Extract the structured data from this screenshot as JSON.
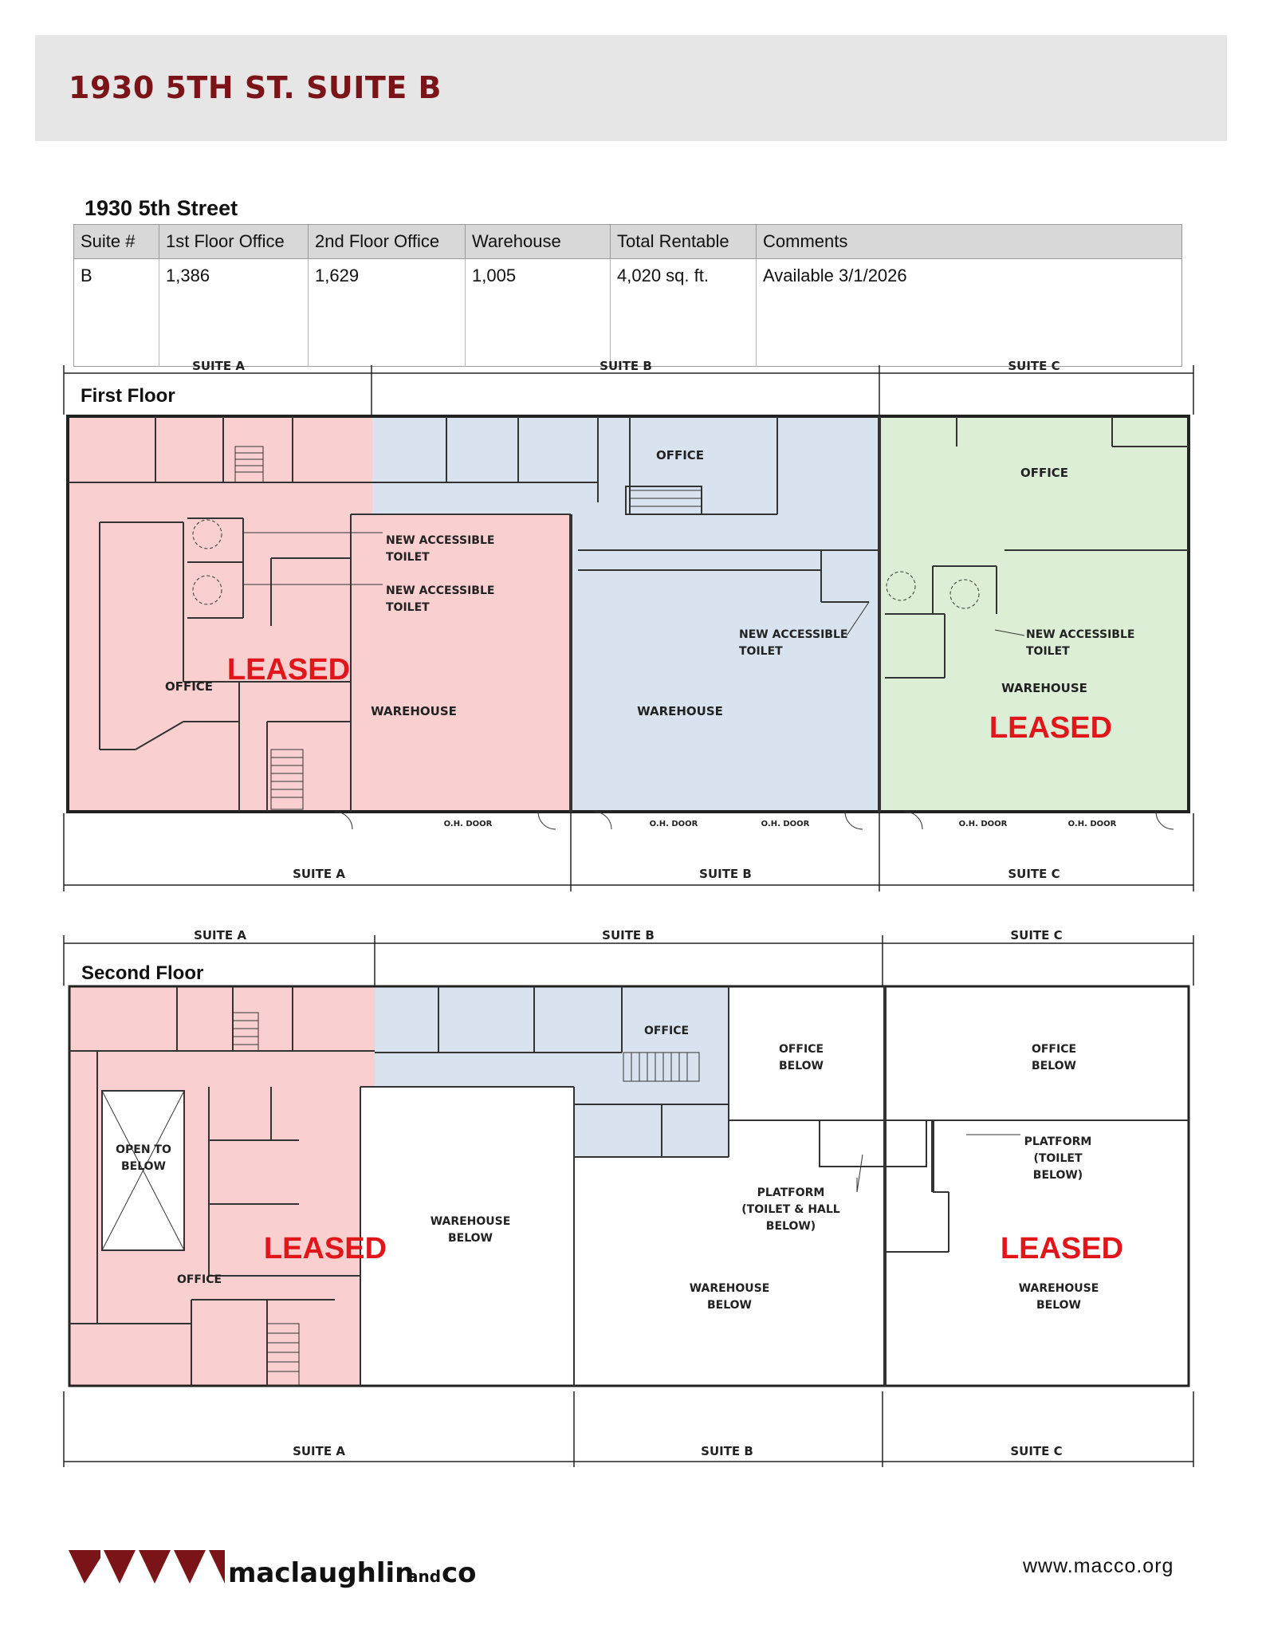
{
  "banner": {
    "title": "1930 5TH ST. SUITE B"
  },
  "table": {
    "title": "1930 5th Street",
    "headers": [
      "Suite #",
      "1st Floor Office",
      "2nd Floor Office",
      "Warehouse",
      "Total Rentable",
      "Comments"
    ],
    "rows": [
      [
        "B",
        "1,386",
        "1,629",
        "1,005",
        "4,020 sq. ft.",
        "Available 3/1/2026"
      ]
    ]
  },
  "first_floor": {
    "label": "First Floor",
    "suites_top": [
      "SUITE A",
      "SUITE B",
      "SUITE C"
    ],
    "suites_bottom": [
      "SUITE A",
      "SUITE B",
      "SUITE C"
    ],
    "rooms": {
      "office_a": "OFFICE",
      "warehouse_a": "WAREHOUSE",
      "office_b": "OFFICE",
      "warehouse_b": "WAREHOUSE",
      "office_c": "OFFICE",
      "warehouse_c": "WAREHOUSE",
      "toilet_a1": [
        "NEW ACCESSIBLE",
        "TOILET"
      ],
      "toilet_a2": [
        "NEW ACCESSIBLE",
        "TOILET"
      ],
      "toilet_b": [
        "NEW ACCESSIBLE",
        "TOILET"
      ],
      "toilet_c": [
        "NEW ACCESSIBLE",
        "TOILET"
      ]
    },
    "doors": [
      "O.H. DOOR",
      "O.H. DOOR",
      "O.H. DOOR",
      "O.H. DOOR",
      "O.H. DOOR"
    ],
    "leased": [
      "LEASED",
      "LEASED"
    ]
  },
  "second_floor": {
    "label": "Second Floor",
    "suites_top": [
      "SUITE A",
      "SUITE B",
      "SUITE C"
    ],
    "suites_bottom": [
      "SUITE A",
      "SUITE B",
      "SUITE C"
    ],
    "rooms": {
      "open_to_below": [
        "OPEN TO",
        "BELOW"
      ],
      "office_a": "OFFICE",
      "warehouse_below_a": [
        "WAREHOUSE",
        "BELOW"
      ],
      "office_b": "OFFICE",
      "office_below_b": [
        "OFFICE",
        "BELOW"
      ],
      "platform_b": [
        "PLATFORM",
        "(TOILET & HALL",
        "BELOW)"
      ],
      "warehouse_below_b": [
        "WAREHOUSE",
        "BELOW"
      ],
      "office_below_c": [
        "OFFICE",
        "BELOW"
      ],
      "platform_c": [
        "PLATFORM",
        "(TOILET",
        "BELOW)"
      ],
      "warehouse_below_c": [
        "WAREHOUSE",
        "BELOW"
      ]
    },
    "leased": [
      "LEASED",
      "LEASED"
    ]
  },
  "colors": {
    "suite_a": "#f9cfcf",
    "suite_b": "#d8e3ef",
    "suite_c": "#dcefd6",
    "leased": "#e0161b",
    "banner_title": "#7a1418",
    "logo": "#7a1418"
  },
  "footer": {
    "logo_text_main": "maclaughlin",
    "logo_text_and": "and",
    "logo_text_co": "co",
    "url": "www.macco.org"
  }
}
